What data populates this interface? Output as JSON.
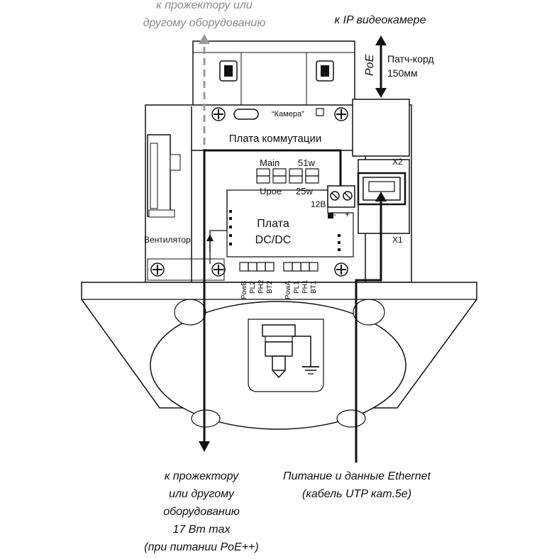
{
  "labels": {
    "top_left": [
      "к прожектору или",
      "другому оборудованию"
    ],
    "top_right": "к IP видеокамере",
    "poe": "PoE",
    "patch_cord": [
      "Патч-корд",
      "150мм"
    ],
    "camera": "“Камера”",
    "board_switching": "Плата коммутации",
    "x2": "X2",
    "x1": "X1",
    "main": "Main",
    "w51": "51w",
    "upoe": "Upoe",
    "w25": "25w",
    "v12": "12В",
    "minus": "-",
    "plus": "+",
    "dcdc": [
      "Плата",
      "DC/DC"
    ],
    "fan": "Вентилятор",
    "bottom_left": [
      "к прожектору",
      "или другому",
      "оборудованию",
      "17 Вт max",
      "(при питании PoE++)"
    ],
    "bottom_right": [
      "Питание и данные Ethernet",
      "(кабель UTP кат.5e)"
    ]
  },
  "leds_left": [
    "PowB",
    "PL2",
    "PH2",
    "BT2"
  ],
  "leds_right": [
    "PowA",
    "PL1",
    "PH1",
    "BT1"
  ]
}
